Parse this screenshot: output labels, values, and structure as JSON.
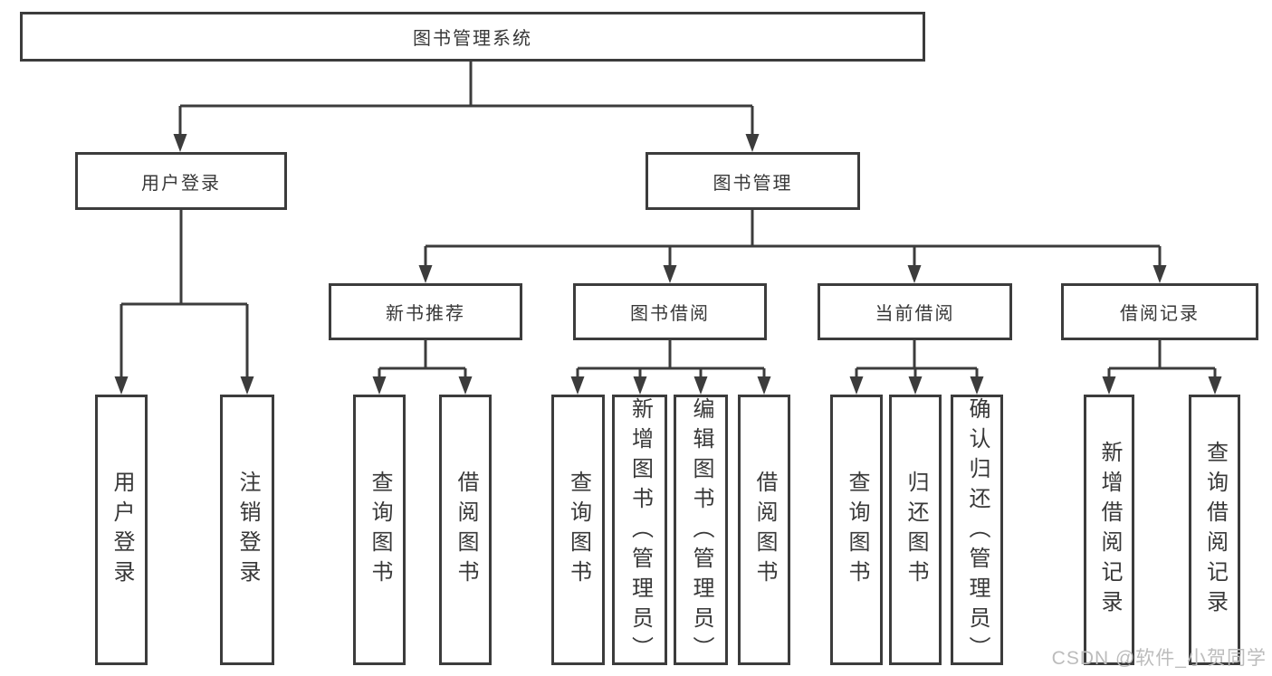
{
  "diagram": {
    "title": "图书管理系统",
    "nodes": [
      {
        "id": "root",
        "label": "图书管理系统",
        "parent": null
      },
      {
        "id": "login",
        "label": "用户登录",
        "parent": "root"
      },
      {
        "id": "mgmt",
        "label": "图书管理",
        "parent": "root"
      },
      {
        "id": "userlogin",
        "label": "用户登录",
        "parent": "login"
      },
      {
        "id": "logout",
        "label": "注销登录",
        "parent": "login"
      },
      {
        "id": "newbook",
        "label": "新书推荐",
        "parent": "mgmt"
      },
      {
        "id": "borrow",
        "label": "图书借阅",
        "parent": "mgmt"
      },
      {
        "id": "current",
        "label": "当前借阅",
        "parent": "mgmt"
      },
      {
        "id": "records",
        "label": "借阅记录",
        "parent": "mgmt"
      },
      {
        "id": "nb_query",
        "label": "查询图书",
        "parent": "newbook"
      },
      {
        "id": "nb_borrow",
        "label": "借阅图书",
        "parent": "newbook"
      },
      {
        "id": "bw_query",
        "label": "查询图书",
        "parent": "borrow"
      },
      {
        "id": "bw_add",
        "label": "新增图书（管理员）",
        "parent": "borrow"
      },
      {
        "id": "bw_edit",
        "label": "编辑图书（管理员）",
        "parent": "borrow"
      },
      {
        "id": "bw_borrow",
        "label": "借阅图书",
        "parent": "borrow"
      },
      {
        "id": "cu_query",
        "label": "查询图书",
        "parent": "current"
      },
      {
        "id": "cu_return",
        "label": "归还图书",
        "parent": "current"
      },
      {
        "id": "cu_confirm",
        "label": "确认归还（管理员）",
        "parent": "current"
      },
      {
        "id": "rc_add",
        "label": "新增借阅记录",
        "parent": "records"
      },
      {
        "id": "rc_query",
        "label": "查询借阅记录",
        "parent": "records"
      }
    ],
    "colors": {
      "line": "#3c3c3c",
      "text": "#383838",
      "background": "#ffffff",
      "watermark": "#bcbcbc"
    }
  },
  "watermark": "CSDN @软件_小贺同学"
}
